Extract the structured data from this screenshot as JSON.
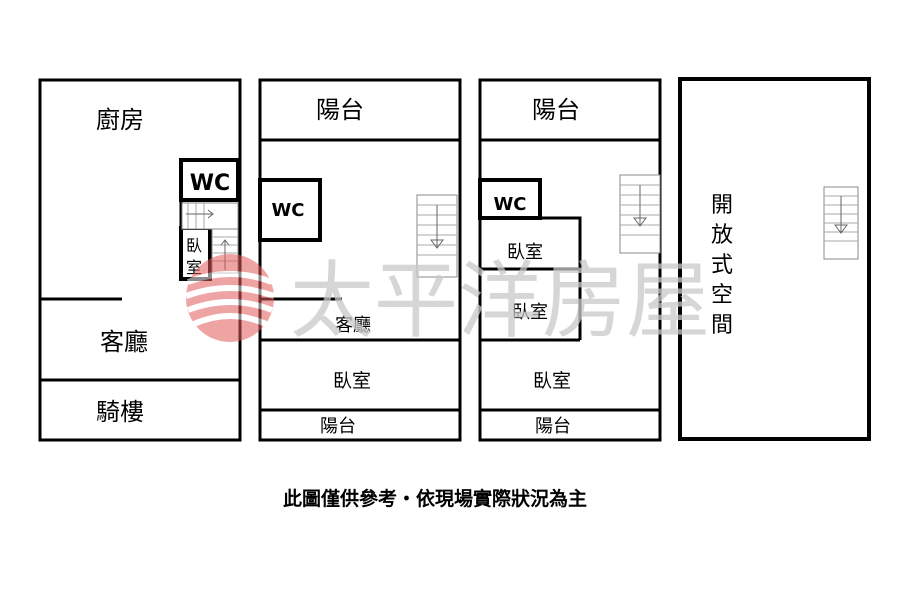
{
  "floors": [
    {
      "rooms": {
        "kitchen": "廚房",
        "wc": "WC",
        "bedroom": "臥室",
        "living": "客廳",
        "arcade": "騎樓"
      }
    },
    {
      "rooms": {
        "balcony_top": "陽台",
        "wc": "WC",
        "living": "客廳",
        "bedroom": "臥室",
        "balcony_bottom": "陽台"
      }
    },
    {
      "rooms": {
        "balcony_top": "陽台",
        "wc": "WC",
        "bedroom_a": "臥室",
        "bedroom_b": "臥室",
        "bedroom_c": "臥室",
        "balcony_bottom": "陽台"
      }
    },
    {
      "rooms": {
        "open_space": "開放式空間"
      }
    }
  ],
  "watermark": {
    "text": "太平洋房屋"
  },
  "caption": "此圖僅供參考・依現場實際狀況為主"
}
